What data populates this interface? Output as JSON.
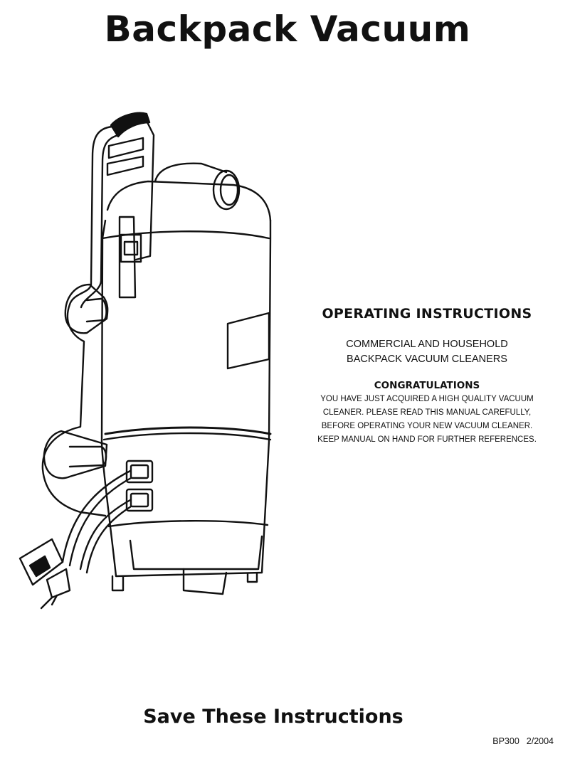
{
  "title": "Backpack Vacuum",
  "section": {
    "heading": "OPERATING INSTRUCTIONS",
    "subtitle_lines": [
      "COMMERCIAL AND HOUSEHOLD",
      "BACKPACK VACUUM CLEANERS"
    ],
    "congrats_heading": "CONGRATULATIONS",
    "body_lines": [
      "YOU HAVE JUST ACQUIRED A HIGH QUALITY VACUUM",
      "CLEANER. PLEASE READ THIS MANUAL CAREFULLY,",
      "BEFORE OPERATING YOUR NEW VACUUM CLEANER.",
      "KEEP MANUAL ON HAND FOR FURTHER REFERENCES."
    ]
  },
  "footer": {
    "save_text": "Save These Instructions",
    "model": "BP300",
    "date": "2/2004"
  },
  "illustration": {
    "icon": "backpack-vacuum-illustration"
  }
}
